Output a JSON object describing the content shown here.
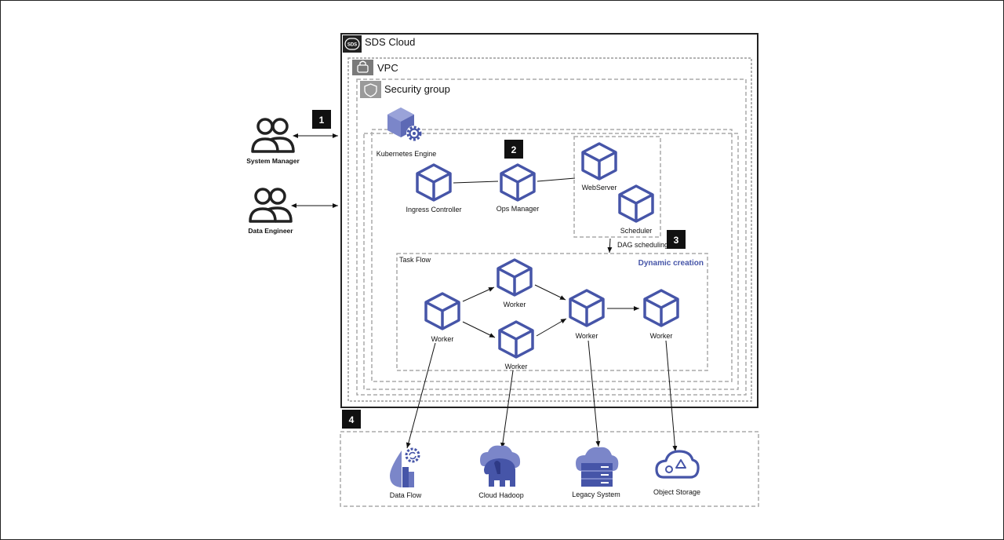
{
  "containers": {
    "cloud": "SDS Cloud",
    "cloud_icon": "SDS",
    "vpc": "VPC",
    "security_group": "Security group",
    "task_flow": "Task Flow",
    "dynamic_creation": "Dynamic creation"
  },
  "badges": [
    "1",
    "2",
    "3",
    "4"
  ],
  "actors": {
    "system_manager": "System Manager",
    "data_engineer": "Data Engineer"
  },
  "nodes": {
    "kubernetes_engine": "Kubernetes Engine",
    "ingress_controller": "Ingress Controller",
    "ops_manager": "Ops Manager",
    "webserver": "WebServer",
    "scheduler": "Scheduler",
    "dag_scheduling": "DAG scheduling",
    "worker": "Worker"
  },
  "storage": {
    "data_flow": "Data Flow",
    "cloud_hadoop": "Cloud Hadoop",
    "legacy_system": "Legacy System",
    "object_storage": "Object Storage"
  },
  "colors": {
    "icon_blue": "#4655a8",
    "icon_light": "#7b86c9",
    "border_dark": "#222222",
    "dashed": "#aaaaaa",
    "badge_bg": "#111111"
  },
  "icons": {
    "users": "users-icon",
    "cube": "cube-icon",
    "lock": "lock-icon",
    "shield": "shield-icon",
    "gear": "gear-icon"
  }
}
